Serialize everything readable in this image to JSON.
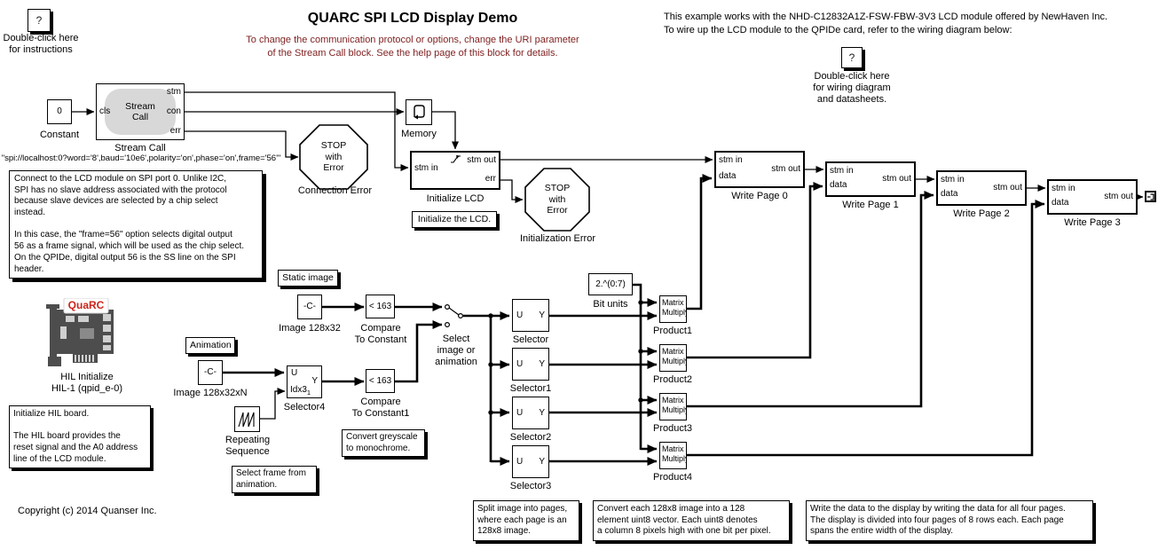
{
  "header": {
    "title": "QUARC SPI LCD Display Demo",
    "subtitle": "To change the communication protocol or options, change the URI parameter\nof the Stream Call block. See the help page of this block for details.",
    "right_note": "This example works with the NHD-C12832A1Z-FSW-FBW-3V3 LCD module offered by NewHaven Inc.\nTo wire up the LCD module to the QPIDe card, refer to the wiring diagram below:"
  },
  "help_instructions": {
    "glyph": "?",
    "label": "Double-click here\nfor instructions"
  },
  "help_wiring": {
    "glyph": "?",
    "label": "Double-click here\nfor wiring diagram\nand datasheets."
  },
  "blocks": {
    "constant": {
      "value": "0",
      "label": "Constant"
    },
    "stream_call": {
      "text": "Stream\nCall",
      "port_in": "cls",
      "port_out1": "stm",
      "port_out2": "con",
      "port_out3": "err",
      "label": "Stream Call",
      "uri": "\"spi://localhost:0?word='8',baud='10e6',polarity='on',phase='on',frame='56'\""
    },
    "memory": {
      "label": "Memory"
    },
    "stop_text": "STOP\nwith\nError",
    "connection_error": {
      "label": "Connection Error"
    },
    "initialize_lcd": {
      "port_in": "stm in",
      "port_out1": "stm out",
      "port_out2": "err",
      "label": "Initialize LCD"
    },
    "initialization_error": {
      "label": "Initialization Error"
    },
    "wp_ports": {
      "in1": "stm in",
      "in2": "data",
      "out": "stm out"
    },
    "write_pages": [
      {
        "label": "Write Page 0"
      },
      {
        "label": "Write Page 1"
      },
      {
        "label": "Write Page 2"
      },
      {
        "label": "Write Page 3"
      }
    ],
    "image_static": {
      "value": "-C-",
      "label": "Image 128x32"
    },
    "compare_to_constant": {
      "value": "< 163",
      "label": "Compare\nTo Constant"
    },
    "image_animation": {
      "value": "-C-",
      "label": "Image 128x32xN"
    },
    "selector4": {
      "u": "U",
      "idx": "Idx3",
      "idx_sub": "1",
      "y": "Y",
      "label": "Selector4"
    },
    "compare_to_constant1": {
      "value": "< 163",
      "label": "Compare\nTo Constant1"
    },
    "repeating_sequence": {
      "label": "Repeating\nSequence"
    },
    "switch": {
      "label": "Select\nimage or\nanimation"
    },
    "sel_ports": {
      "u": "U",
      "y": "Y"
    },
    "selectors": [
      {
        "label": "Selector"
      },
      {
        "label": "Selector1"
      },
      {
        "label": "Selector2"
      },
      {
        "label": "Selector3"
      }
    ],
    "bit_units": {
      "value": "2.^(0:7)",
      "label": "Bit units"
    },
    "product_text": "Matrix\nMultiply",
    "products": [
      {
        "label": "Product1"
      },
      {
        "label": "Product2"
      },
      {
        "label": "Product3"
      },
      {
        "label": "Product4"
      }
    ],
    "hil_initialize": {
      "logo": "QuaRC",
      "label": "HIL Initialize\nHIL-1 (qpid_e-0)"
    }
  },
  "annotations": {
    "spi_note": "Connect to the LCD module on SPI port 0. Unlike I2C,\nSPI has no slave address associated with the protocol\nbecause slave devices are selected by a chip select\ninstead.\n\nIn this case, the \"frame=56\" option selects digital output\n56 as a frame signal, which will be used as the chip select.\nOn the QPIDe, digital output 56 is the SS line on the SPI\nheader.",
    "static_image": "Static image",
    "animation": "Animation",
    "initialize_note": "Initialize the LCD.",
    "greyscale_note": "Convert greyscale\nto monochrome.",
    "frame_note": "Select frame from\nanimation.",
    "hil_note": "Initialize HIL board.\n\nThe HIL board provides the\nreset signal and the A0 address\nline of the LCD module.",
    "split_note": "Split image into pages,\nwhere each page is an\n128x8 image.",
    "uint8_note": "Convert each 128x8 image into a 128\nelement uint8 vector. Each uint8 denotes\na column 8 pixels high with one bit per pixel.",
    "write_note": "Write the data to the display by writing the data for all four pages.\nThe display is divided into four pages of 8 rows each. Each page\nspans the entire width of the display.",
    "copyright": "Copyright (c) 2014 Quanser Inc."
  },
  "colors": {
    "subtitle": "#7f1f1f",
    "logo_red": "#cc241a",
    "card_gray": "#4d4d4d"
  }
}
